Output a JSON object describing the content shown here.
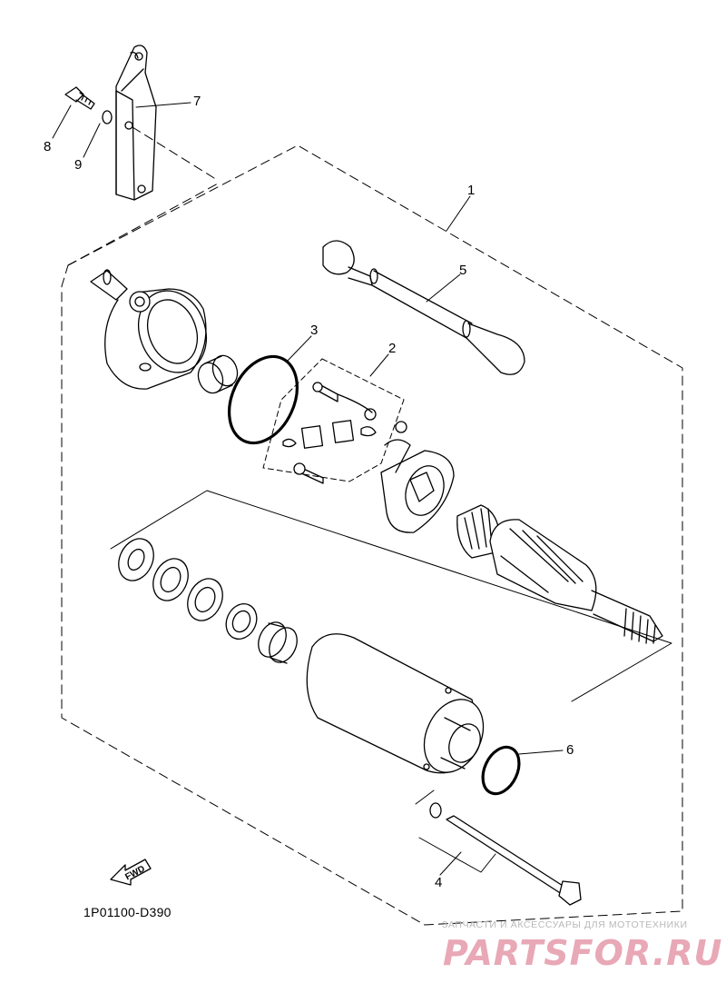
{
  "diagram": {
    "drawing_code": "1P01100-D390",
    "fwd_label": "FWD",
    "callouts": {
      "c1": "1",
      "c2": "2",
      "c3": "3",
      "c4": "4",
      "c5": "5",
      "c6": "6",
      "c7": "7",
      "c8": "8",
      "c9": "9"
    }
  },
  "watermark": {
    "caption": "ЗАПЧАСТИ И АКСЕССУАРЫ ДЛЯ МОТОТЕХНИКИ",
    "logo": "PARTSFOR.RU",
    "logo_color": "#e8a8b6"
  },
  "colors": {
    "line": "#000000",
    "background": "#ffffff"
  }
}
